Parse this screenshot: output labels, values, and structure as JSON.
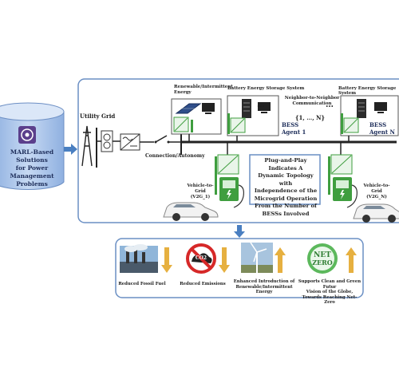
{
  "left_box": {
    "title": "MARL-Based Solutions for Power Management Problems",
    "line1": "MARL-Based Solutions",
    "line2": "for Power Management",
    "line3": "Problems"
  },
  "diagram": {
    "utility_grid": "Utility Grid",
    "connection": "Connection/Autonomy",
    "renewable_l1": "Renewable/Intermittent",
    "renewable_l2": "Energy",
    "bess_sys_1": "Battery Energy Storage System",
    "bess_sys_2": "Battery Energy Storage System",
    "n2n_l1": "Neighbor-to-Neighbor",
    "n2n_l2": "Communication",
    "dots": "…",
    "range": "{1, …, N}",
    "bess1_l1": "BESS",
    "bess1_l2": "Agent 1",
    "bessn_l1": "BESS",
    "bessn_l2": "Agent N",
    "v2g1_l1": "Vehicle-to-Grid",
    "v2g1_l2": "(V2G_1)",
    "v2gn_l1": "Vehicle-to-Grid",
    "v2gn_l2": "(V2G_N)",
    "note_lines": [
      "Plug-and-Play Indicates A",
      "Dynamic Topology with",
      "Independence of the",
      "Microgrid Operation",
      "From the Number of",
      "BESSs Involved"
    ]
  },
  "benefits": [
    {
      "icon": "factory-icon",
      "label_lines": [
        "Reduced Fossil Fuel"
      ],
      "arrow": "down"
    },
    {
      "icon": "no-co2-icon",
      "label_lines": [
        "Reduced Emissions"
      ],
      "arrow": "down"
    },
    {
      "icon": "wind-turbine-icon",
      "label_lines": [
        "Enhanced Introduction of",
        "Renewable/Intermittent",
        "Energy"
      ],
      "arrow": "up"
    },
    {
      "icon": "net-zero-icon",
      "label_lines": [
        "Supports Clean and Green Futur",
        "Vision of the Globe,",
        "Towards Reaching Net-Zero"
      ],
      "arrow": "up"
    }
  ],
  "net_zero_text": {
    "top": "NET",
    "bottom": "ZERO"
  },
  "co2_text": "CO2",
  "colors": {
    "frame": "#6a8fc4",
    "arrow_blue": "#4a7fc1",
    "green": "#3f9e3f",
    "gold": "#e6b040"
  }
}
